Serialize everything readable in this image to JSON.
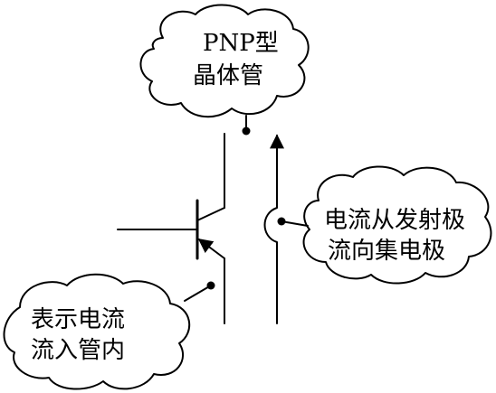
{
  "callouts": {
    "top": {
      "line1": "PNP型",
      "line2": "晶体管"
    },
    "right": {
      "line1": "电流从发射极",
      "line2": "流向集电极"
    },
    "left": {
      "line1": "表示电流",
      "line2": "流入管内"
    }
  }
}
